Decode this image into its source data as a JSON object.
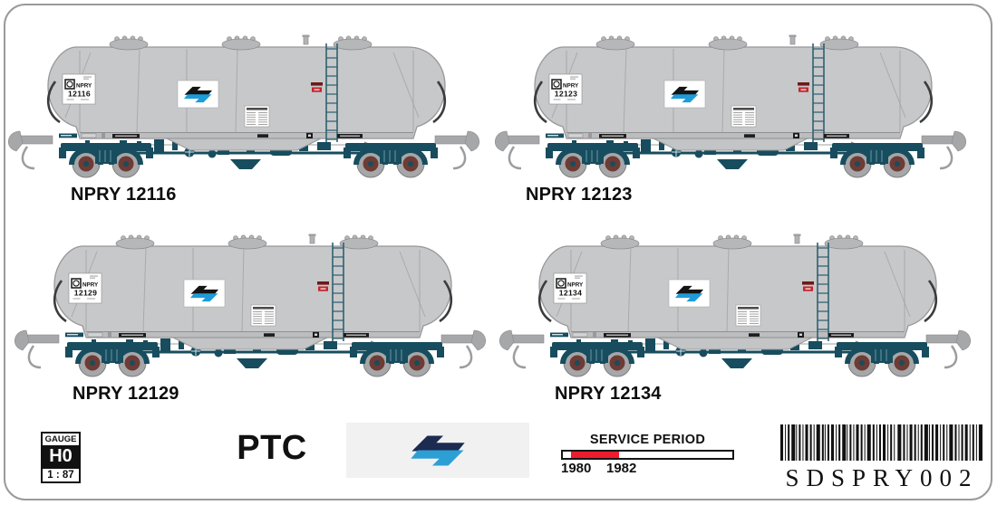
{
  "cars": [
    {
      "number": "12116",
      "caption": "NPRY 12116"
    },
    {
      "number": "12123",
      "caption": "NPRY 12123"
    },
    {
      "number": "12129",
      "caption": "NPRY 12129"
    },
    {
      "number": "12134",
      "caption": "NPRY 12134"
    }
  ],
  "placard": {
    "road": "NPRY"
  },
  "footer": {
    "gauge": {
      "label": "GAUGE",
      "scale_name": "H0",
      "ratio": "1 : 87"
    },
    "brand": "PTC",
    "service_period": {
      "title": "SERVICE PERIOD",
      "start_label": "1980",
      "end_label": "1982"
    },
    "barcode_text": "SDSPRY002"
  },
  "colors": {
    "tank_gray": "#c7c8ca",
    "underframe_teal": "#174d5e",
    "wheel_center_brown": "#6e3b35",
    "logo_navy": "#1c2b50",
    "logo_blue": "#2e9fd4",
    "car_logo_black": "#141414",
    "car_logo_blue": "#1e9cd8",
    "service_red": "#ed1c2e",
    "border_gray": "#9a9a9a"
  }
}
